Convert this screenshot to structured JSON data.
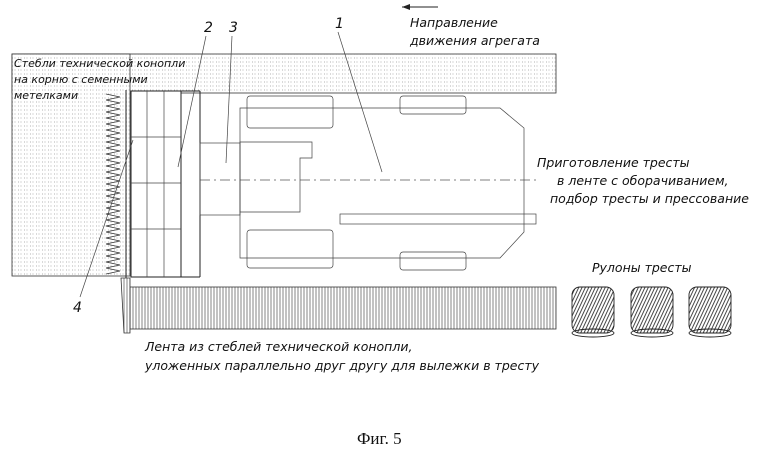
{
  "labels": {
    "direction_line1": "Направление",
    "direction_line2": "движения агрегата",
    "stems_line1": "Стебли технической конопли",
    "stems_line2": "на корню с семенными",
    "stems_line3": "метелками",
    "preparation_line1": "Приготовление тресты",
    "preparation_line2": "в ленте с оборачиванием,",
    "preparation_line3": "подбор тресты и прессование",
    "rolls": "Рулоны тресты",
    "ribbon_line1": "Лента из стеблей технической конопли,",
    "ribbon_line2": "уложенных параллельно друг другу для вылежки в тресту"
  },
  "callouts": {
    "n1": "1",
    "n2": "2",
    "n3": "3",
    "n4": "4"
  },
  "caption": "Фиг. 5",
  "icons": {
    "direction_arrow": "arrow-left-icon"
  }
}
